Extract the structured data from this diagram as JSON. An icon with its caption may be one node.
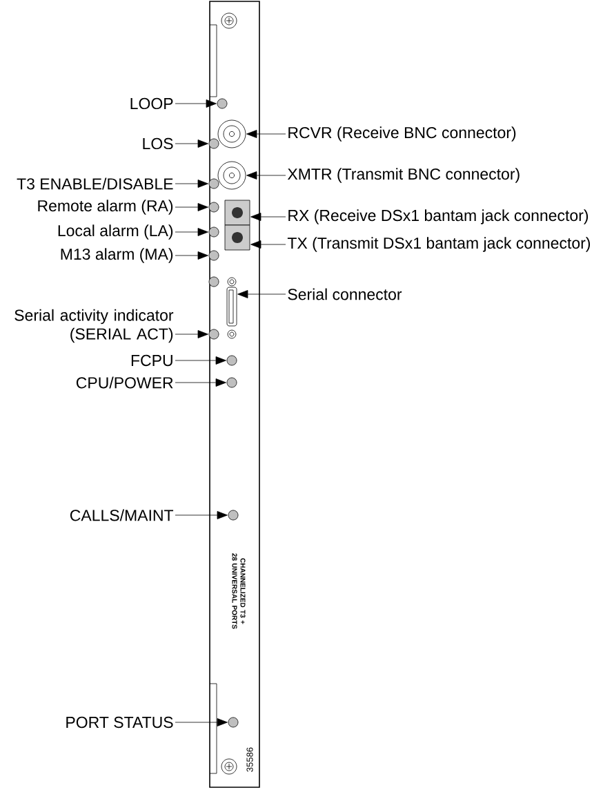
{
  "diagram": {
    "nodes": [
      {
        "text": [
          "LOOP"
        ]
      },
      {
        "text": [
          "RCVR (Receive BNC connector)"
        ]
      },
      {
        "text": [
          "LOS"
        ]
      },
      {
        "text": [
          "XMTR (Transmit BNC connector)"
        ]
      },
      {
        "text": [
          "T3 ENABLE/DISABLE"
        ]
      },
      {
        "text": [
          "Remote alarm (RA)"
        ]
      },
      {
        "text": [
          "RX (Receive DSx1 bantam jack connector)"
        ]
      },
      {
        "text": [
          "Local alarm (LA)"
        ]
      },
      {
        "text": [
          "TX (Transmit DSx1 bantam jack connector)"
        ]
      },
      {
        "text": [
          "M13 alarm (MA)"
        ]
      },
      {
        "text": [
          "Serial connector"
        ]
      },
      {
        "text": [
          "Serial activity indicator (SERIAL ACT)"
        ]
      },
      {
        "text": [
          "FCPU"
        ]
      },
      {
        "text": [
          "CPU/POWER"
        ]
      },
      {
        "text": [
          "CALLS/MAINT"
        ]
      },
      {
        "text": [
          "PORT STATUS"
        ]
      },
      {
        "text": [],
        "shape": "circle"
      },
      {
        "text": [],
        "shape": "circle"
      },
      {
        "text": [],
        "shape": "circle"
      },
      {
        "text": [],
        "shape": "circle"
      },
      {
        "text": [],
        "shape": "circle"
      },
      {
        "text": [],
        "shape": "circle"
      },
      {
        "text": [],
        "shape": "box"
      },
      {
        "text": [],
        "shape": "circle"
      },
      {
        "text": [],
        "shape": "box"
      },
      {
        "text": [],
        "shape": "circle"
      },
      {
        "text": [],
        "shape": "box"
      },
      {
        "text": [],
        "shape": "circle"
      },
      {
        "text": [],
        "shape": "circle"
      },
      {
        "text": [],
        "shape": "circle"
      },
      {
        "text": [],
        "shape": "circle"
      },
      {
        "text": [],
        "shape": "circle"
      }
    ],
    "edges": [
      {
        "from": 0,
        "to": 16,
        "arrow": "to"
      },
      {
        "from": 1,
        "to": 17,
        "arrow": "to"
      },
      {
        "from": 2,
        "to": 18,
        "arrow": "to"
      },
      {
        "from": 3,
        "to": 19,
        "arrow": "to"
      },
      {
        "from": 4,
        "to": 20,
        "arrow": "to"
      },
      {
        "from": 5,
        "to": 21,
        "arrow": "to"
      },
      {
        "from": 6,
        "to": 22,
        "arrow": "to"
      },
      {
        "from": 7,
        "to": 23,
        "arrow": "to"
      },
      {
        "from": 8,
        "to": 24,
        "arrow": "to"
      },
      {
        "from": 9,
        "to": 25,
        "arrow": "to"
      },
      {
        "from": 10,
        "to": 26,
        "arrow": "to"
      },
      {
        "from": 11,
        "to": 27,
        "arrow": "to"
      },
      {
        "from": 12,
        "to": 28,
        "arrow": "to"
      },
      {
        "from": 13,
        "to": 29,
        "arrow": "to"
      },
      {
        "from": 14,
        "to": 30,
        "arrow": "to"
      },
      {
        "from": 15,
        "to": 31,
        "arrow": "to"
      }
    ],
    "labels": [
      "CHANNELIZED T3 + 28 UNIVERSAL PORTS",
      "35586"
    ]
  }
}
